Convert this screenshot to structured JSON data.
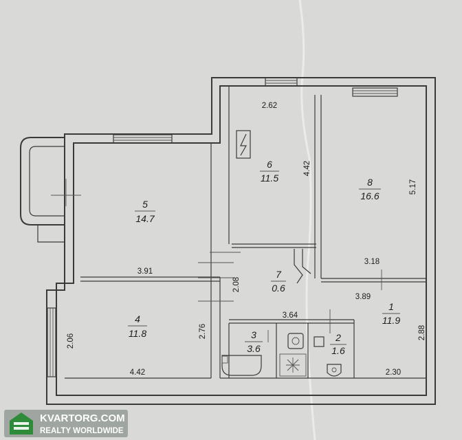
{
  "rooms": [
    {
      "id": "room-1",
      "number": "1",
      "area": "11.9"
    },
    {
      "id": "room-2",
      "number": "2",
      "area": "1.6"
    },
    {
      "id": "room-3",
      "number": "3",
      "area": "3.6"
    },
    {
      "id": "room-4",
      "number": "4",
      "area": "11.8"
    },
    {
      "id": "room-5",
      "number": "5",
      "area": "14.7"
    },
    {
      "id": "room-6",
      "number": "6",
      "area": "11.5"
    },
    {
      "id": "room-7",
      "number": "7",
      "area": "0.6"
    },
    {
      "id": "room-8",
      "number": "8",
      "area": "16.6"
    }
  ],
  "dimensions": {
    "d_2_62": "2.62",
    "d_4_42_vertical": "4.42",
    "d_5_17": "5.17",
    "d_3_91": "3.91",
    "d_2_08": "2.08",
    "d_3_18": "3.18",
    "d_3_89": "3.89",
    "d_3_64": "3.64",
    "d_2_76": "2.76",
    "d_2_06": "2.06",
    "d_4_42_horizontal": "4.42",
    "d_2_88": "2.88",
    "d_2_30": "2.30"
  },
  "watermark": {
    "title": "KVARTORG.COM",
    "subtitle": "REALTY WORLDWIDE"
  }
}
